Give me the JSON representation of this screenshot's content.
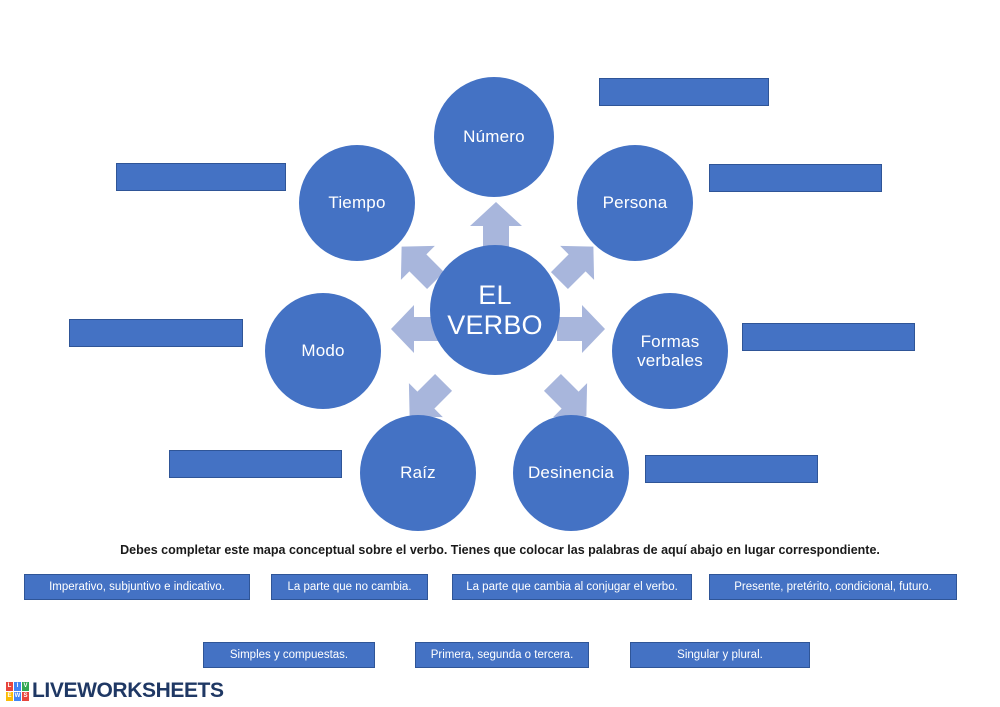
{
  "worksheet": {
    "instructions": "Debes completar este mapa conceptual sobre el verbo. Tienes que colocar las palabras de aquí abajo en lugar correspondiente.",
    "colors": {
      "node_blue": "#4472C4",
      "arrow_blue": "#A8B6DC",
      "box_border": "#2F5597",
      "logo_text": "#1F3864"
    }
  },
  "map": {
    "center": {
      "label": "EL\nVERBO",
      "line1": "EL",
      "line2": "VERBO"
    },
    "satellites": [
      {
        "id": "numero",
        "label": "Número"
      },
      {
        "id": "persona",
        "label": "Persona"
      },
      {
        "id": "formas-verbales",
        "label": "Formas\nverbales",
        "line1": "Formas",
        "line2": "verbales"
      },
      {
        "id": "desinencia",
        "label": "Desinencia"
      },
      {
        "id": "raiz",
        "label": "Raíz"
      },
      {
        "id": "modo",
        "label": "Modo"
      },
      {
        "id": "tiempo",
        "label": "Tiempo"
      }
    ],
    "drop_boxes": [
      {
        "id": "drop-numero",
        "for": "Número",
        "value": ""
      },
      {
        "id": "drop-tiempo",
        "for": "Tiempo",
        "value": ""
      },
      {
        "id": "drop-persona",
        "for": "Persona",
        "value": ""
      },
      {
        "id": "drop-modo",
        "for": "Modo",
        "value": ""
      },
      {
        "id": "drop-formas-verbales",
        "for": "Formas verbales",
        "value": ""
      },
      {
        "id": "drop-raiz",
        "for": "Raíz",
        "value": ""
      },
      {
        "id": "drop-desinencia",
        "for": "Desinencia",
        "value": ""
      }
    ]
  },
  "word_bank": {
    "row1": [
      {
        "id": "chip-imperativo",
        "text": "Imperativo, subjuntivo e indicativo."
      },
      {
        "id": "chip-no-cambia",
        "text": "La parte que no cambia."
      },
      {
        "id": "chip-cambia",
        "text": "La parte que cambia al conjugar el verbo."
      },
      {
        "id": "chip-presente",
        "text": "Presente, pretérito, condicional, futuro."
      }
    ],
    "row2": [
      {
        "id": "chip-simples",
        "text": "Simples y compuestas."
      },
      {
        "id": "chip-primera",
        "text": "Primera, segunda o tercera."
      },
      {
        "id": "chip-singular",
        "text": "Singular y plural."
      }
    ]
  },
  "footer": {
    "brand": "LIVEWORKSHEETS",
    "logo_cells": [
      {
        "letter": "L",
        "color": "#E8453C"
      },
      {
        "letter": "I",
        "color": "#4285F4"
      },
      {
        "letter": "V",
        "color": "#34A853"
      },
      {
        "letter": "E",
        "color": "#FBBC05"
      },
      {
        "letter": "W",
        "color": "#4285F4"
      },
      {
        "letter": "S",
        "color": "#E8453C"
      }
    ]
  }
}
